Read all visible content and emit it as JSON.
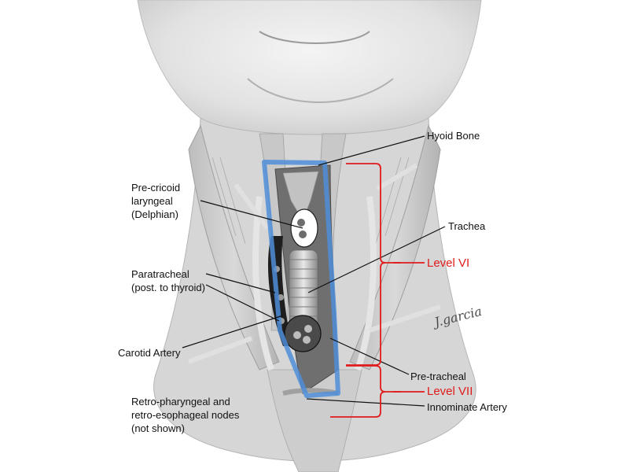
{
  "colors": {
    "level_outline": "#4f8ed8",
    "level_bracket": "#e01b1b",
    "leader_line": "#111111",
    "label_text": "#111111"
  },
  "labels": {
    "hyoid_bone": "Hyoid Bone",
    "trachea": "Trachea",
    "pre_cricoid": [
      "Pre-cricoid",
      "laryngeal",
      "(Delphian)"
    ],
    "paratracheal": [
      "Paratracheal",
      "(post. to thyroid)"
    ],
    "carotid_artery": "Carotid Artery",
    "pre_tracheal": "Pre-tracheal",
    "innominate_artery": "Innominate Artery",
    "retro_nodes": [
      "Retro-pharyngeal and",
      "retro-esophageal nodes",
      "(not shown)"
    ],
    "level_vi": "Level VI",
    "level_vii": "Level VII"
  },
  "signature": "J.garcia",
  "icons": [
    "anatomical-neck-illustration"
  ]
}
